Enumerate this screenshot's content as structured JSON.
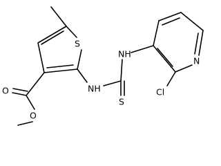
{
  "atoms": {
    "s_ring": "S",
    "s_thio": "S",
    "nh_left": "NH",
    "nh_right": "NH",
    "n_pyr": "N",
    "cl": "Cl",
    "o_carbonyl": "O",
    "o_ester": "O"
  }
}
